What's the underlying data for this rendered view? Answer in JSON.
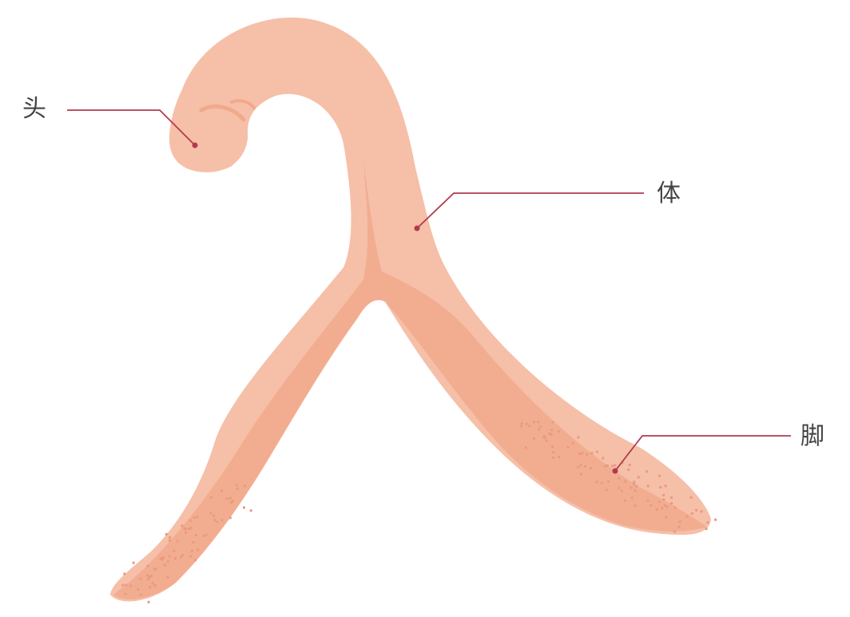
{
  "colors": {
    "background": "#ffffff",
    "organ_light": "#f6bfa8",
    "organ_mid": "#f1a98d",
    "organ_dots": "#e99a80",
    "leader_line": "#b33a4e",
    "label_text": "#444444"
  },
  "labels": {
    "head": "头",
    "body": "体",
    "foot": "脚"
  }
}
